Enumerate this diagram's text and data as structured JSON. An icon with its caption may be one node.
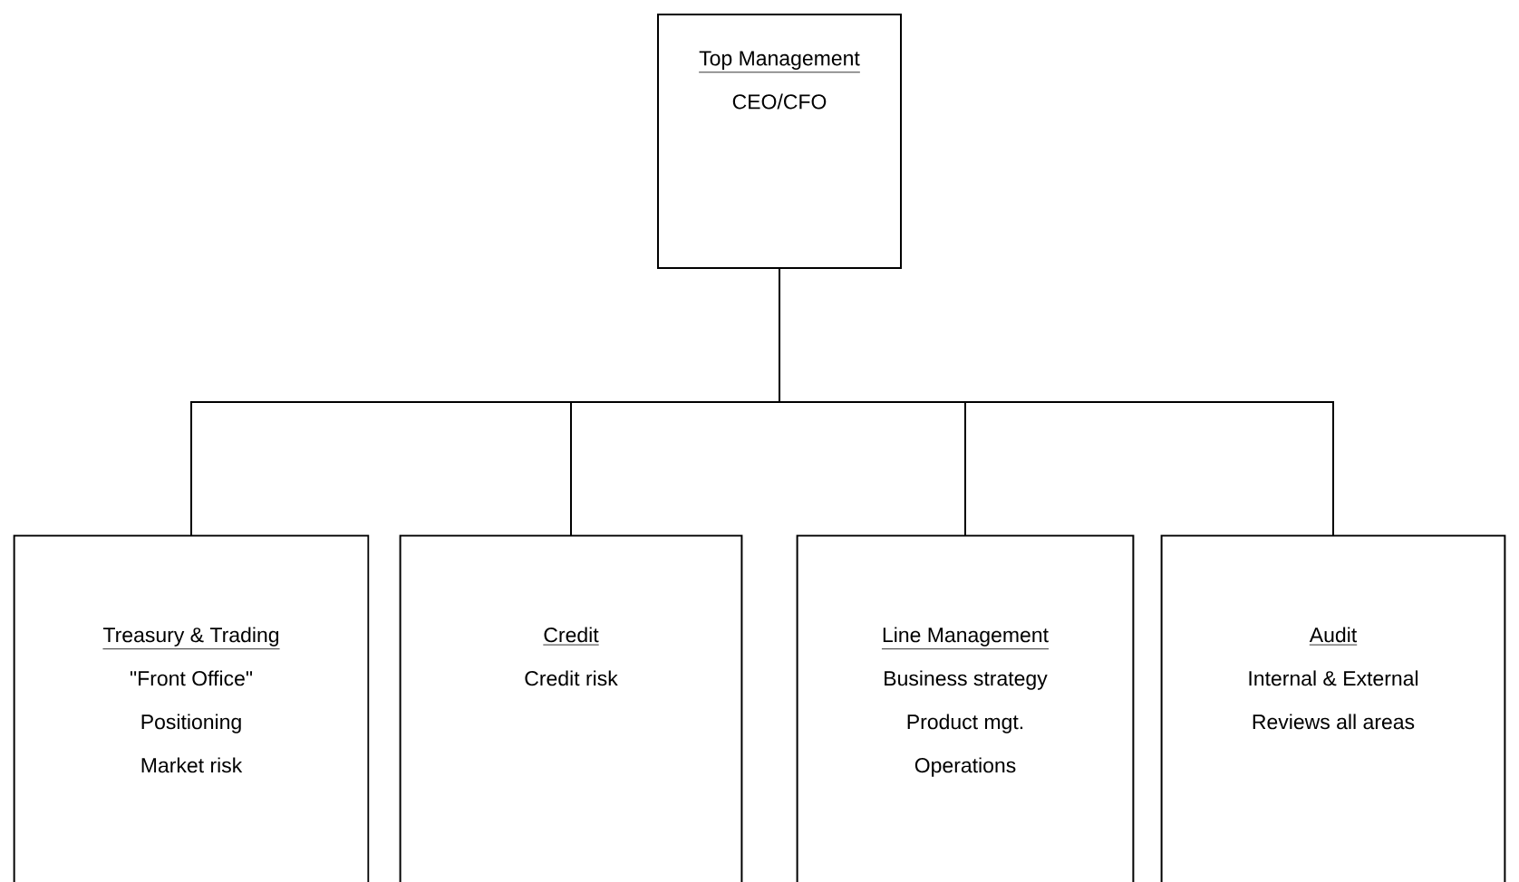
{
  "diagram": {
    "nodes": [
      {
        "text": [
          "Top Management",
          "CEO/CFO"
        ]
      },
      {
        "text": [
          "Treasury & Trading",
          "\"Front Office\"",
          "Positioning",
          "Market risk"
        ]
      },
      {
        "text": [
          "Credit",
          "Credit risk"
        ]
      },
      {
        "text": [
          "Line Management",
          "Business strategy",
          "Product mgt.",
          "Operations"
        ]
      },
      {
        "text": [
          "Audit",
          "Internal & External",
          "Reviews all areas"
        ]
      }
    ],
    "edges": [
      {
        "from": 0,
        "to": 1,
        "arrow": "none"
      },
      {
        "from": 0,
        "to": 2,
        "arrow": "none"
      },
      {
        "from": 0,
        "to": 3,
        "arrow": "none"
      },
      {
        "from": 0,
        "to": 4,
        "arrow": "none"
      }
    ]
  }
}
